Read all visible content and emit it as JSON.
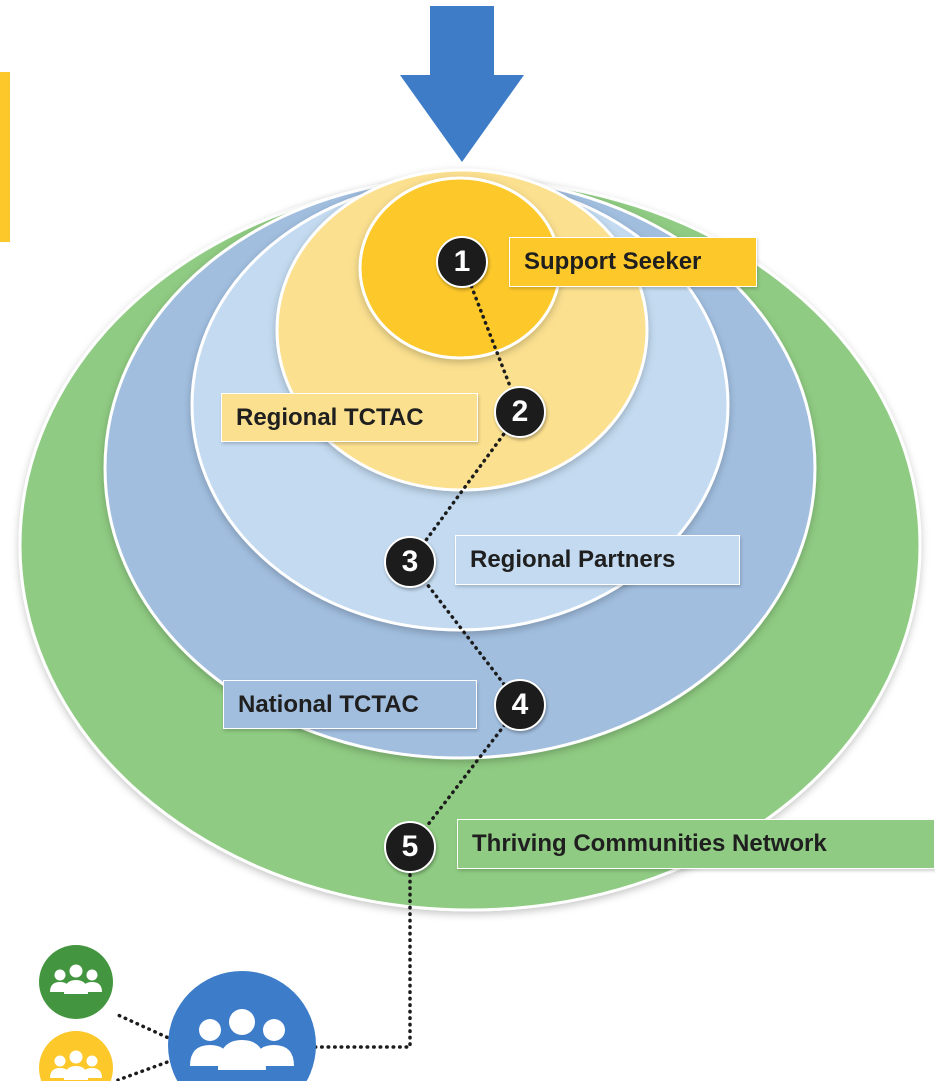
{
  "colors": {
    "arrow": "#3f7cc8",
    "yellow": "#fcc82a",
    "light_yellow": "#fbe08f",
    "light_blue": "#c3daf0",
    "mid_blue": "#a1bedf",
    "green": "#8fcb82",
    "dark_green": "#43963f",
    "people_blue": "#3d7cc9"
  },
  "layers": [
    {
      "step": "1",
      "label": "Support Seeker"
    },
    {
      "step": "2",
      "label": "Regional TCTAC"
    },
    {
      "step": "3",
      "label": "Regional Partners"
    },
    {
      "step": "4",
      "label": "National TCTAC"
    },
    {
      "step": "5",
      "label": "Thriving Communities Network"
    }
  ],
  "icons": {
    "entry_arrow": "down-arrow-icon",
    "people": "people-group-icon"
  }
}
